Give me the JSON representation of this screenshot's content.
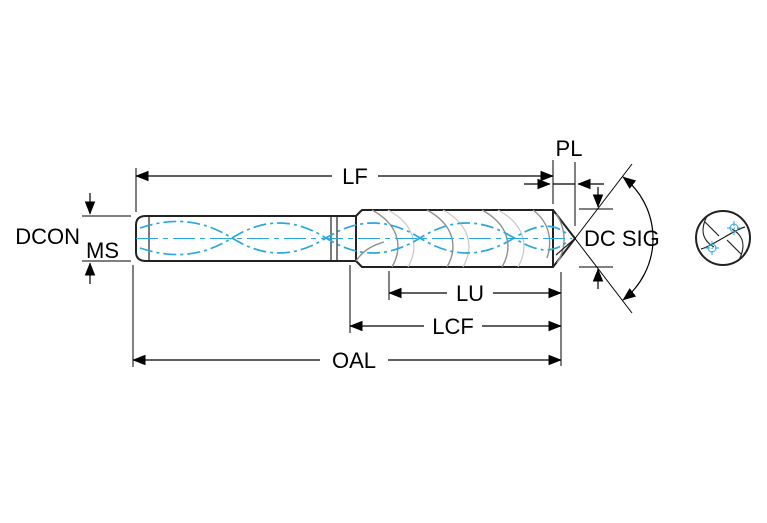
{
  "diagram": {
    "title": "drill-dimension-diagram",
    "labels": {
      "lf": "LF",
      "pl": "PL",
      "dcon": "DCON",
      "ms": "MS",
      "dc_sig": "DC SIG",
      "lu": "LU",
      "lcf": "LCF",
      "oal": "OAL"
    }
  },
  "colors": {
    "outline": "#222222",
    "dimension": "#000000",
    "coolant": "#2aa7df",
    "text": "#000000"
  }
}
